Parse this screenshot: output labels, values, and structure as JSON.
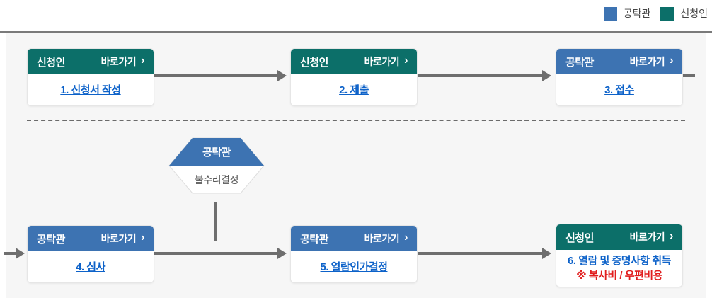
{
  "legend": {
    "items": [
      {
        "label": "공탁관",
        "color": "#3d73b2"
      },
      {
        "label": "신청인",
        "color": "#0c6f69"
      }
    ]
  },
  "flow": {
    "steps": [
      {
        "actor": "신청인",
        "shortcut": "바로가기",
        "title": "1. 신청서 작성"
      },
      {
        "actor": "신청인",
        "shortcut": "바로가기",
        "title": "2. 제출"
      },
      {
        "actor": "공탁관",
        "shortcut": "바로가기",
        "title": "3. 접수"
      },
      {
        "actor": "공탁관",
        "shortcut": "바로가기",
        "title": "4. 심사"
      },
      {
        "actor": "공탁관",
        "shortcut": "바로가기",
        "title": "5. 열람인가결정"
      },
      {
        "actor": "신청인",
        "shortcut": "바로가기",
        "title": "6. 열람 및 증명사항 취득",
        "note": "※ 복사비 / 우편비용"
      }
    ],
    "decision": {
      "actor": "공탁관",
      "label": "불수리결정"
    }
  },
  "colors": {
    "officer_blue": "#3d73b2",
    "applicant_teal": "#0c6f69",
    "link_blue": "#0d62c9",
    "note_red": "#e11d1d",
    "arrow_gray": "#6e6e6e",
    "panel_bg": "#f6f6f6"
  }
}
